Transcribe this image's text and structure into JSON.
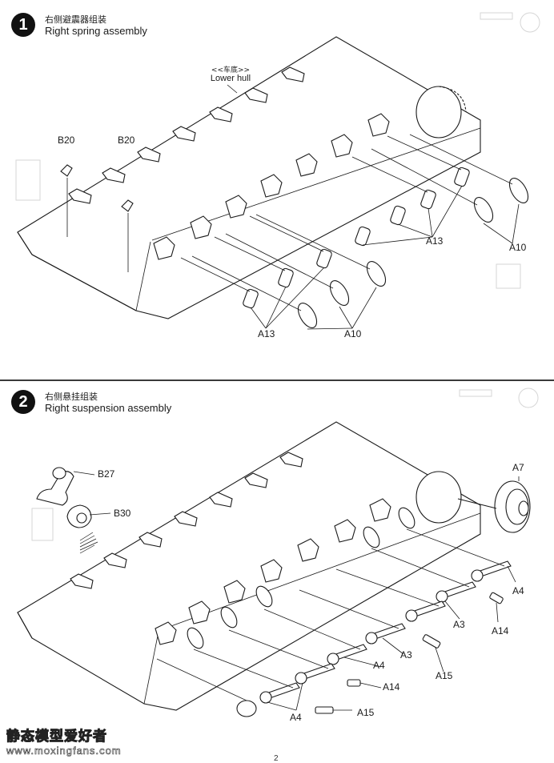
{
  "steps": [
    {
      "number": "1",
      "title_cn": "右侧避震器组装",
      "title_en": "Right spring assembly",
      "hull_label_cn": "<<车底>>",
      "hull_label_en": "Lower hull",
      "callouts": {
        "b20_left": "B20",
        "b20_right": "B20",
        "a13_upper": "A13",
        "a10_upper": "A10",
        "a13_lower": "A13",
        "a10_lower": "A10"
      }
    },
    {
      "number": "2",
      "title_cn": "右侧悬挂组装",
      "title_en": "Right suspension assembly",
      "callouts": {
        "b27": "B27",
        "b30": "B30",
        "a7": "A7",
        "a4_right": "A4",
        "a14_right": "A14",
        "a3_upper": "A3",
        "a3_lower": "A3",
        "a15_right": "A15",
        "a4_mid": "A4",
        "a14_mid": "A14",
        "a15_bottom": "A15",
        "a4_bottom": "A4"
      }
    }
  ],
  "watermark": {
    "site_cn": "静态模型爱好者",
    "url": "www.moxingfans.com"
  },
  "page_number": "2",
  "colors": {
    "line": "#1a1a1a",
    "background": "#ffffff",
    "ghost": "#cccccc"
  }
}
